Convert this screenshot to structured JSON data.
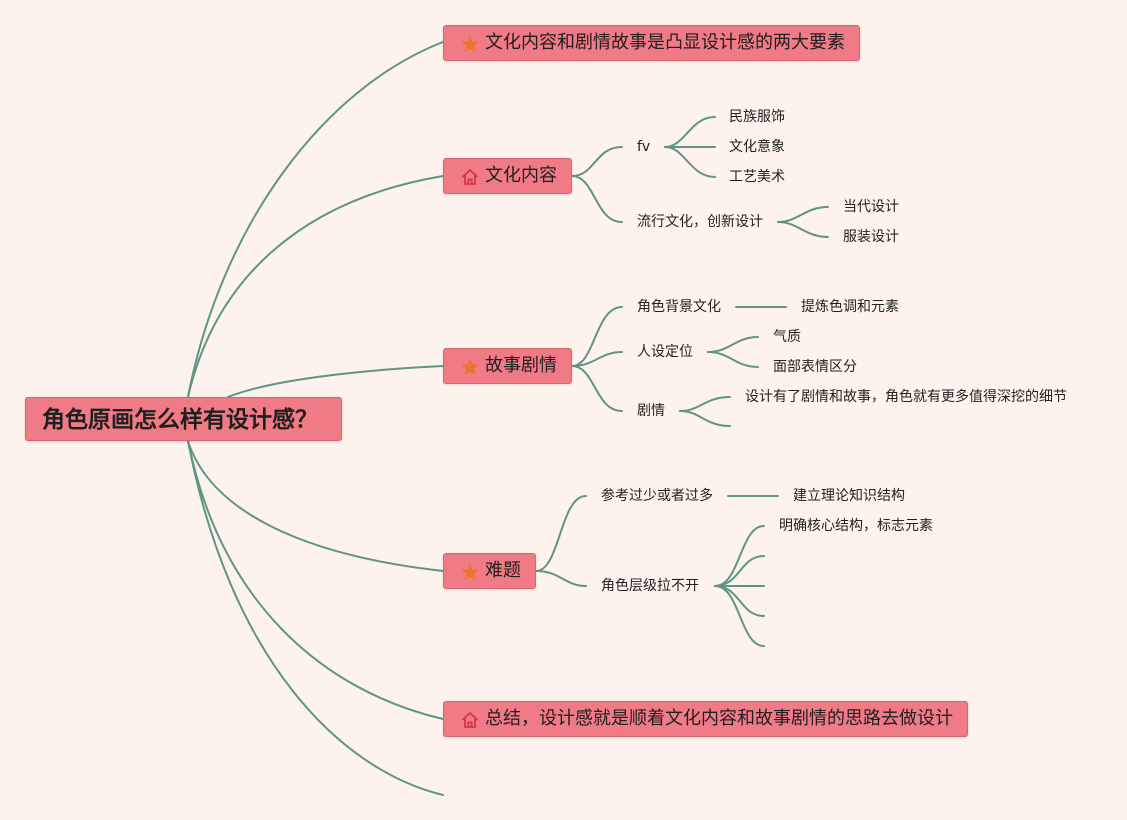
{
  "root": "角色原画怎么样有设计感？",
  "branches": {
    "b1": "文化内容和剧情故事是凸显设计感的两大要素",
    "b2": "文化内容",
    "b3": "故事剧情",
    "b4": "难题",
    "b5": "总结，设计感就是顺着文化内容和故事剧情的思路去做设计"
  },
  "culture": {
    "fv": "fv",
    "fv_children": [
      "民族服饰",
      "文化意象",
      "工艺美术"
    ],
    "pop": "流行文化，创新设计",
    "pop_children": [
      "当代设计",
      "服装设计"
    ]
  },
  "story": {
    "bg": "角色背景文化",
    "bg_child": "提炼色调和元素",
    "persona": "人设定位",
    "persona_children": [
      "气质",
      "面部表情区分"
    ],
    "plot": "剧情",
    "plot_child": "设计有了剧情和故事，角色就有更多值得深挖的细节"
  },
  "problem": {
    "ref": "参考过少或者过多",
    "ref_child": "建立理论知识结构",
    "layer": "角色层级拉不开",
    "layer_child": "明确核心结构，标志元素"
  },
  "colors": {
    "node_fill": "#f07a85",
    "node_border": "#d16772",
    "line": "#5e9583",
    "background": "#fdf3ec",
    "star_icon": "#e8762d",
    "home_icon": "#d8334a"
  },
  "icons": {
    "b1": "star-icon",
    "b2": "home-icon",
    "b3": "star-icon",
    "b4": "star-icon",
    "b5": "home-icon"
  }
}
